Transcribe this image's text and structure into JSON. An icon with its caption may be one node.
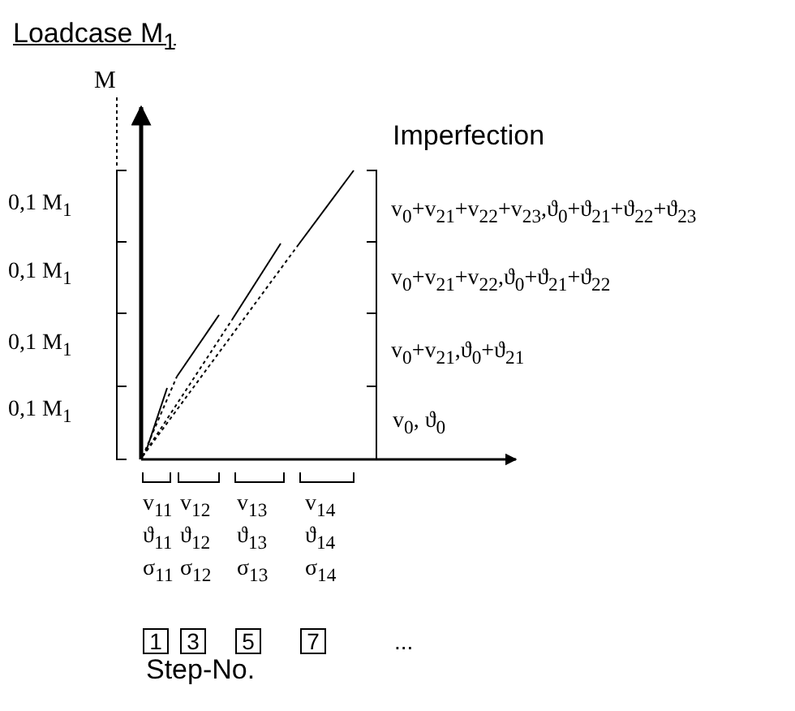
{
  "diagram": {
    "title": "Loadcase M$_{1}$",
    "nodes": [
      {
        "text": [
          "1"
        ]
      },
      {
        "text": [
          "3"
        ]
      },
      {
        "text": [
          "5"
        ]
      },
      {
        "text": [
          "7"
        ]
      }
    ],
    "labels": [
      "M",
      "Imperfection",
      "0,1 M$_{1}$",
      "0,1 M$_{1}$",
      "0,1 M$_{1}$",
      "0,1 M$_{1}$",
      "v$_{0}$+v$_{21}$+v$_{22}$+v$_{23}$,ϑ$_{0}$+ϑ$_{21}$+ϑ$_{22}$+ϑ$_{23}$",
      "v$_{0}$+v$_{21}$+v$_{22}$,ϑ$_{0}$+ϑ$_{21}$+ϑ$_{22}$",
      "v$_{0}$+v$_{21}$,ϑ$_{0}$+ϑ$_{21}$",
      "v$_{0}$, ϑ$_{0}$",
      "v$_{11}$",
      "v$_{12}$",
      "v$_{13}$",
      "v$_{14}$",
      "ϑ$_{11}$",
      "ϑ$_{12}$",
      "ϑ$_{13}$",
      "ϑ$_{14}$",
      "σ$_{11}$",
      "σ$_{12}$",
      "σ$_{13}$",
      "σ$_{14}$",
      "...",
      "Step-No."
    ]
  }
}
